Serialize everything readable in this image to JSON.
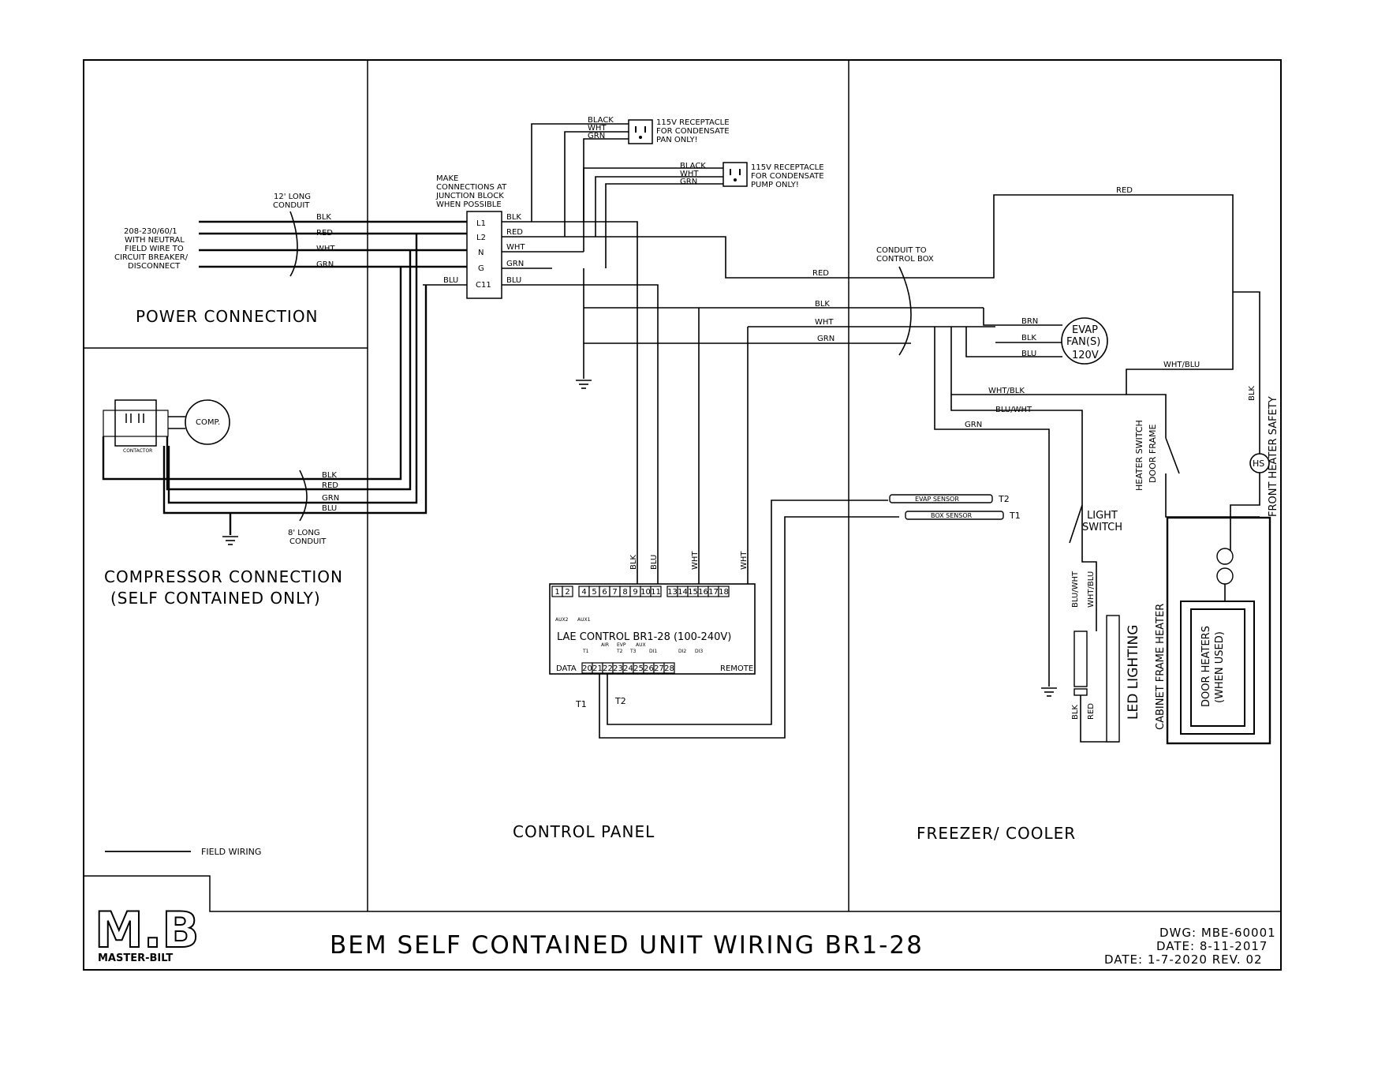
{
  "sections": {
    "power": "POWER CONNECTION",
    "compressor_1": "COMPRESSOR CONNECTION",
    "compressor_2": "(SELF CONTAINED ONLY)",
    "control": "CONTROL PANEL",
    "freezer": "FREEZER/ COOLER"
  },
  "power": {
    "conduit_1": "12' LONG",
    "conduit_2": "CONDUIT",
    "supply": [
      "208-230/60/1",
      "WITH NEUTRAL",
      "FIELD WIRE TO",
      "CIRCUIT BREAKER/",
      "DISCONNECT"
    ],
    "wires": [
      "BLK",
      "RED",
      "WHT",
      "GRN"
    ]
  },
  "junction": {
    "note": [
      "MAKE",
      "CONNECTIONS AT",
      "JUNCTION BLOCK",
      "WHEN POSSIBLE"
    ],
    "terminals": [
      "L1",
      "L2",
      "N",
      "G",
      "C11"
    ],
    "out_wires": [
      "BLK",
      "RED",
      "WHT",
      "GRN",
      "BLU"
    ],
    "in_blu": "BLU"
  },
  "receptacle_1": {
    "wires": [
      "BLACK",
      "WHT",
      "GRN"
    ],
    "label": [
      "115V RECEPTACLE",
      "FOR CONDENSATE",
      "PAN ONLY!"
    ]
  },
  "receptacle_2": {
    "wires": [
      "BLACK",
      "WHT",
      "GRN"
    ],
    "label": [
      "115V RECEPTACLE",
      "FOR CONDENSATE",
      "PUMP ONLY!"
    ]
  },
  "compressor": {
    "comp": "COMP.",
    "contactor": "CONTACTOR",
    "wires": [
      "BLK",
      "RED",
      "GRN",
      "BLU"
    ],
    "conduit_1": "8' LONG",
    "conduit_2": "CONDUIT"
  },
  "control_box": {
    "conduit_1": "CONDUIT TO",
    "conduit_2": "CONTROL BOX",
    "red": "RED",
    "blk": "BLK",
    "wht": "WHT",
    "grn": "GRN"
  },
  "controller": {
    "title": "LAE CONTROL BR1-28 (100-240V)",
    "top_terminals": [
      "1",
      "2",
      "4",
      "5",
      "6",
      "7",
      "8",
      "9",
      "10",
      "11",
      "13",
      "14",
      "15",
      "16",
      "17",
      "18"
    ],
    "bottom_terminals": [
      "20",
      "21",
      "22",
      "23",
      "24",
      "25",
      "26",
      "27",
      "28"
    ],
    "data": "DATA",
    "remote": "REMOTE",
    "aux2": "AUX2",
    "aux1": "AUX1",
    "wires_top": [
      "BLK",
      "BLU",
      "WHT",
      "WHT"
    ],
    "t1": "T1",
    "t2": "T2",
    "sub_labels": [
      "T1",
      "AIR",
      "EVP",
      "T2",
      "AUX",
      "T3",
      "DI1",
      "DI2",
      "DI3"
    ]
  },
  "sensors": {
    "evap": "EVAP SENSOR",
    "box": "BOX SENSOR",
    "t2": "T2",
    "t1": "T1"
  },
  "evap_fan": {
    "wires": [
      "BRN",
      "BLK",
      "BLU"
    ],
    "label_1": "EVAP",
    "label_2": "FAN(S)",
    "label_3": "120V"
  },
  "freezer": {
    "red_top": "RED",
    "wht_blu": "WHT/BLU",
    "wht_blk": "WHT/BLK",
    "blu_wht": "BLU/WHT",
    "grn": "GRN",
    "blk": "BLK",
    "light_switch_1": "LIGHT",
    "light_switch_2": "SWITCH",
    "heater_switch_1": "HEATER SWITCH",
    "heater_switch_2": "DOOR FRAME",
    "front_heater": "FRONT HEATER SAFETY",
    "hs": "HS",
    "led": "LED LIGHTING",
    "cabinet_heater": "CABINET FRAME HEATER",
    "door_heaters_1": "DOOR HEATERS",
    "door_heaters_2": "(WHEN USED)",
    "led_wires": [
      "BLU/WHT",
      "WHT/BLU",
      "BLK",
      "RED"
    ]
  },
  "legend": {
    "field_wiring": "FIELD WIRING"
  },
  "title_block": {
    "title": "BEM SELF CONTAINED UNIT WIRING BR1-28",
    "dwg": "DWG: MBE-60001",
    "date": "DATE: 8-11-2017",
    "rev": "DATE: 1-7-2020 REV. 02",
    "logo": "M.B",
    "logo_sub": "MASTER-BILT"
  }
}
